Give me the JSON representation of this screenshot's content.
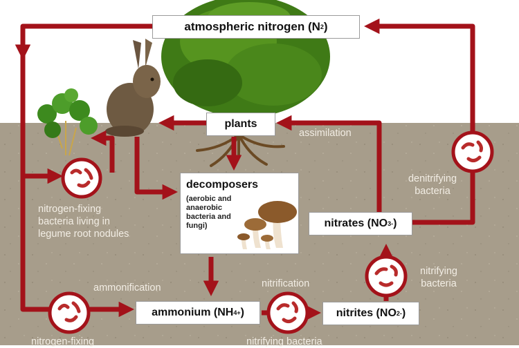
{
  "colors": {
    "arrow": "#a3121a",
    "soil": "#a79d8b",
    "label_text": "#f2ede4"
  },
  "boxes": {
    "atmospheric": {
      "text": "atmospheric nitrogen (N",
      "sub": "2",
      "close": ")"
    },
    "plants": {
      "text": "plants"
    },
    "decomposers": {
      "title": "decomposers",
      "subtitle": "(aerobic and anaerobic bacteria and fungi)"
    },
    "nitrates": {
      "text": "nitrates (NO",
      "sub": "3",
      "sup": "-",
      "close": ")"
    },
    "ammonium": {
      "text": "ammonium (NH",
      "sub": "4",
      "sup": "+",
      "close": ")"
    },
    "nitrites": {
      "text": "nitrites (NO",
      "sub": "2",
      "sup": "-",
      "close": ")"
    }
  },
  "labels": {
    "assimilation": "assimilation",
    "denitrifying": [
      "denitrifying",
      "bacteria"
    ],
    "nitrogen_fixing_nodules": [
      "nitrogen-fixing",
      "bacteria living in",
      "legume root nodules"
    ],
    "nitrifying": [
      "nitrifying",
      "bacteria"
    ],
    "ammonification": "ammonification",
    "nitrification": "nitrification",
    "bottom_left": "nitrogen-fixing",
    "bottom_center": "nitrifying bacteria"
  },
  "icons": [
    "tree-icon",
    "rabbit-icon",
    "clover-icon",
    "mushrooms-icon",
    "bacteria-icon",
    "roots-icon"
  ]
}
